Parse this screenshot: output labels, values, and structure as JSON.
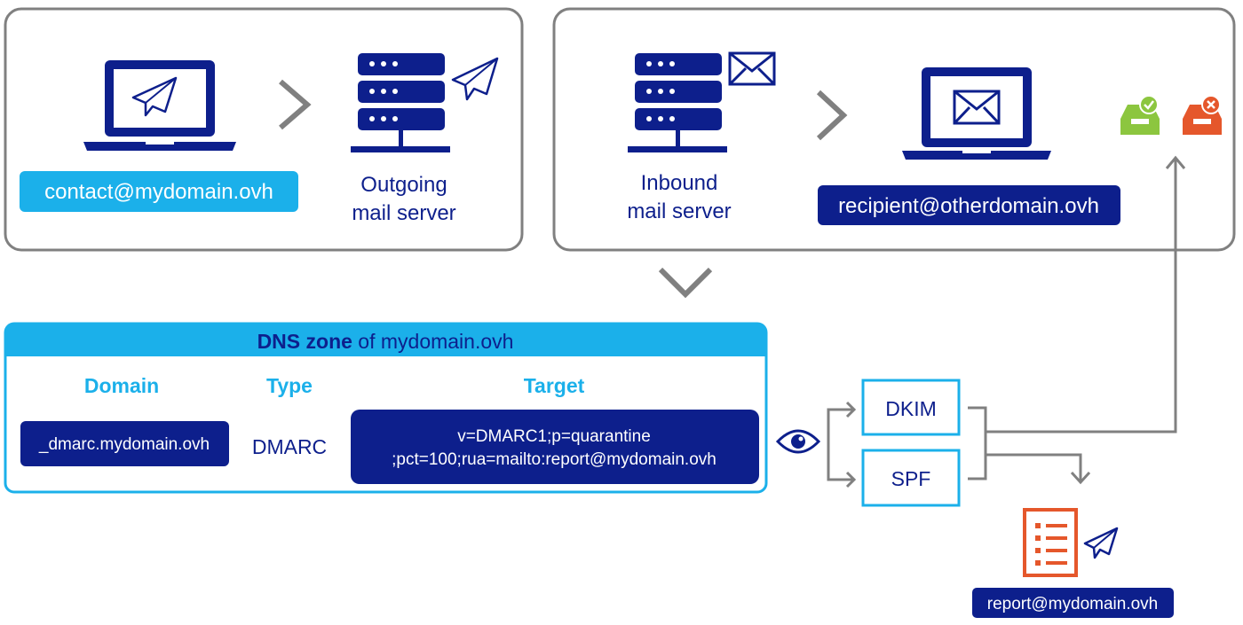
{
  "colors": {
    "navy": "#0D1F8C",
    "cyan": "#1BB0EA",
    "gray": "#808080",
    "green": "#8CC63F",
    "red": "#E5572B",
    "white": "#FFFFFF"
  },
  "sender": {
    "email": "contact@mydomain.ovh",
    "server_label_line1": "Outgoing",
    "server_label_line2": "mail server"
  },
  "receiver": {
    "server_label_line1": "Inbound",
    "server_label_line2": "mail server",
    "email": "recipient@otherdomain.ovh"
  },
  "dns_zone": {
    "title_bold": "DNS zone",
    "title_rest": " of mydomain.ovh",
    "columns": [
      "Domain",
      "Type",
      "Target"
    ],
    "record": {
      "domain": "_dmarc.mydomain.ovh",
      "type": "DMARC",
      "target_line1": "v=DMARC1;p=quarantine",
      "target_line2": ";pct=100;rua=mailto:report@mydomain.ovh"
    }
  },
  "checks": [
    "DKIM",
    "SPF"
  ],
  "report": {
    "email": "report@mydomain.ovh"
  },
  "icons": [
    "laptop-send-icon",
    "paper-plane-icon",
    "server-icon",
    "envelope-icon",
    "laptop-mail-icon",
    "inbox-accepted-icon",
    "inbox-rejected-icon",
    "eye-icon",
    "report-document-icon",
    "chevron-right-icon",
    "chevron-down-icon"
  ]
}
